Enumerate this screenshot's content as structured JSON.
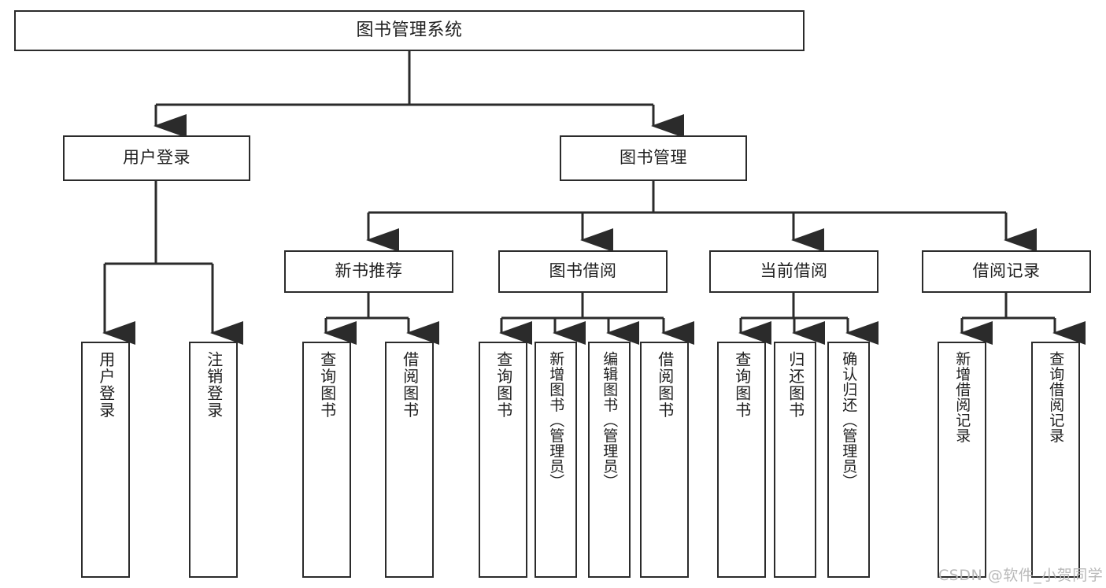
{
  "diagram": {
    "type": "tree-hierarchy",
    "title": "图书管理系统",
    "root": {
      "id": "root",
      "label": "图书管理系统",
      "orientation": "horizontal"
    },
    "level2": [
      {
        "id": "user-login",
        "label": "用户登录",
        "orientation": "horizontal"
      },
      {
        "id": "book-management",
        "label": "图书管理",
        "orientation": "horizontal"
      }
    ],
    "level3": [
      {
        "id": "new-book-recommend",
        "label": "新书推荐",
        "orientation": "horizontal",
        "parent": "book-management"
      },
      {
        "id": "book-borrow",
        "label": "图书借阅",
        "orientation": "horizontal",
        "parent": "book-management"
      },
      {
        "id": "current-borrow",
        "label": "当前借阅",
        "orientation": "horizontal",
        "parent": "book-management"
      },
      {
        "id": "borrow-record",
        "label": "借阅记录",
        "orientation": "horizontal",
        "parent": "book-management"
      }
    ],
    "leaves": [
      {
        "id": "leaf-user-login",
        "label": "用户登录",
        "parent": "user-login"
      },
      {
        "id": "leaf-user-logout",
        "label": "注销登录",
        "parent": "user-login"
      },
      {
        "id": "leaf-query-book-1",
        "label": "查询图书",
        "parent": "new-book-recommend"
      },
      {
        "id": "leaf-borrow-book-1",
        "label": "借阅图书",
        "parent": "new-book-recommend"
      },
      {
        "id": "leaf-query-book-2",
        "label": "查询图书",
        "parent": "book-borrow"
      },
      {
        "id": "leaf-add-book",
        "label": "新增图书（管理员）",
        "parent": "book-borrow"
      },
      {
        "id": "leaf-edit-book",
        "label": "编辑图书（管理员）",
        "parent": "book-borrow"
      },
      {
        "id": "leaf-borrow-book-2",
        "label": "借阅图书",
        "parent": "book-borrow"
      },
      {
        "id": "leaf-query-book-3",
        "label": "查询图书",
        "parent": "current-borrow"
      },
      {
        "id": "leaf-return-book",
        "label": "归还图书",
        "parent": "current-borrow"
      },
      {
        "id": "leaf-confirm-return",
        "label": "确认归还（管理员）",
        "parent": "current-borrow"
      },
      {
        "id": "leaf-add-record",
        "label": "新增借阅记录",
        "parent": "borrow-record"
      },
      {
        "id": "leaf-query-record",
        "label": "查询借阅记录",
        "parent": "borrow-record"
      }
    ],
    "colors": {
      "stroke": "#2b2b2b",
      "text": "#1f1f1f",
      "background": "#ffffff",
      "watermark": "#b9b9b9"
    }
  },
  "watermark": {
    "text": "CSDN @软件_小贺同学"
  }
}
